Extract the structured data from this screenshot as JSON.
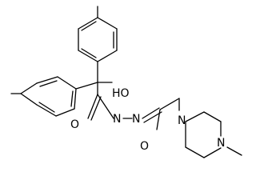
{
  "molecule": {
    "atoms": {
      "hydroxyl": "HO",
      "carbonyl_o_1": "O",
      "hydrazide_n_1": "N",
      "hydrazide_n_2": "N",
      "carbonyl_o_2": "O",
      "piperazine_n_1": "N",
      "piperazine_n_2": "N"
    }
  }
}
